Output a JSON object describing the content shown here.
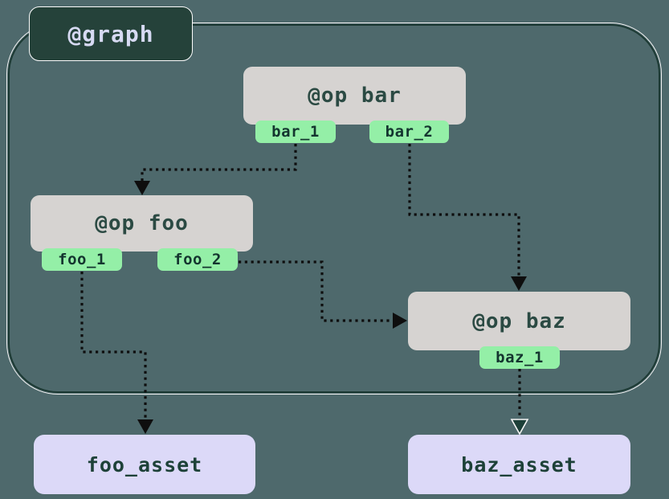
{
  "graph": {
    "label": "@graph"
  },
  "ops": [
    {
      "id": "bar",
      "label": "@op bar",
      "outputs": [
        "bar_1",
        "bar_2"
      ]
    },
    {
      "id": "foo",
      "label": "@op foo",
      "outputs": [
        "foo_1",
        "foo_2"
      ]
    },
    {
      "id": "baz",
      "label": "@op baz",
      "outputs": [
        "baz_1"
      ]
    }
  ],
  "assets": [
    {
      "label": "foo_asset"
    },
    {
      "label": "baz_asset"
    }
  ],
  "edges": [
    {
      "from": "bar_1",
      "to": "foo"
    },
    {
      "from": "bar_2",
      "to": "baz"
    },
    {
      "from": "foo_2",
      "to": "baz"
    },
    {
      "from": "foo_1",
      "to": "foo_asset"
    },
    {
      "from": "baz_1",
      "to": "baz_asset"
    }
  ],
  "colors": {
    "background": "#4e696c",
    "graph-fill": "#25423a",
    "graph-text": "#d7daf3",
    "graph-border": "#fdfdfd",
    "container-stroke": "#1d3a34",
    "container-highlight": "#f2f2f2",
    "op-fill": "#d6d3d1",
    "op-text": "#2b4a43",
    "tab-fill": "#94efa7",
    "tab-text": "#14352f",
    "asset-fill": "#dcd9f8",
    "asset-text": "#1d4138",
    "edge": "#0e0e0e"
  }
}
